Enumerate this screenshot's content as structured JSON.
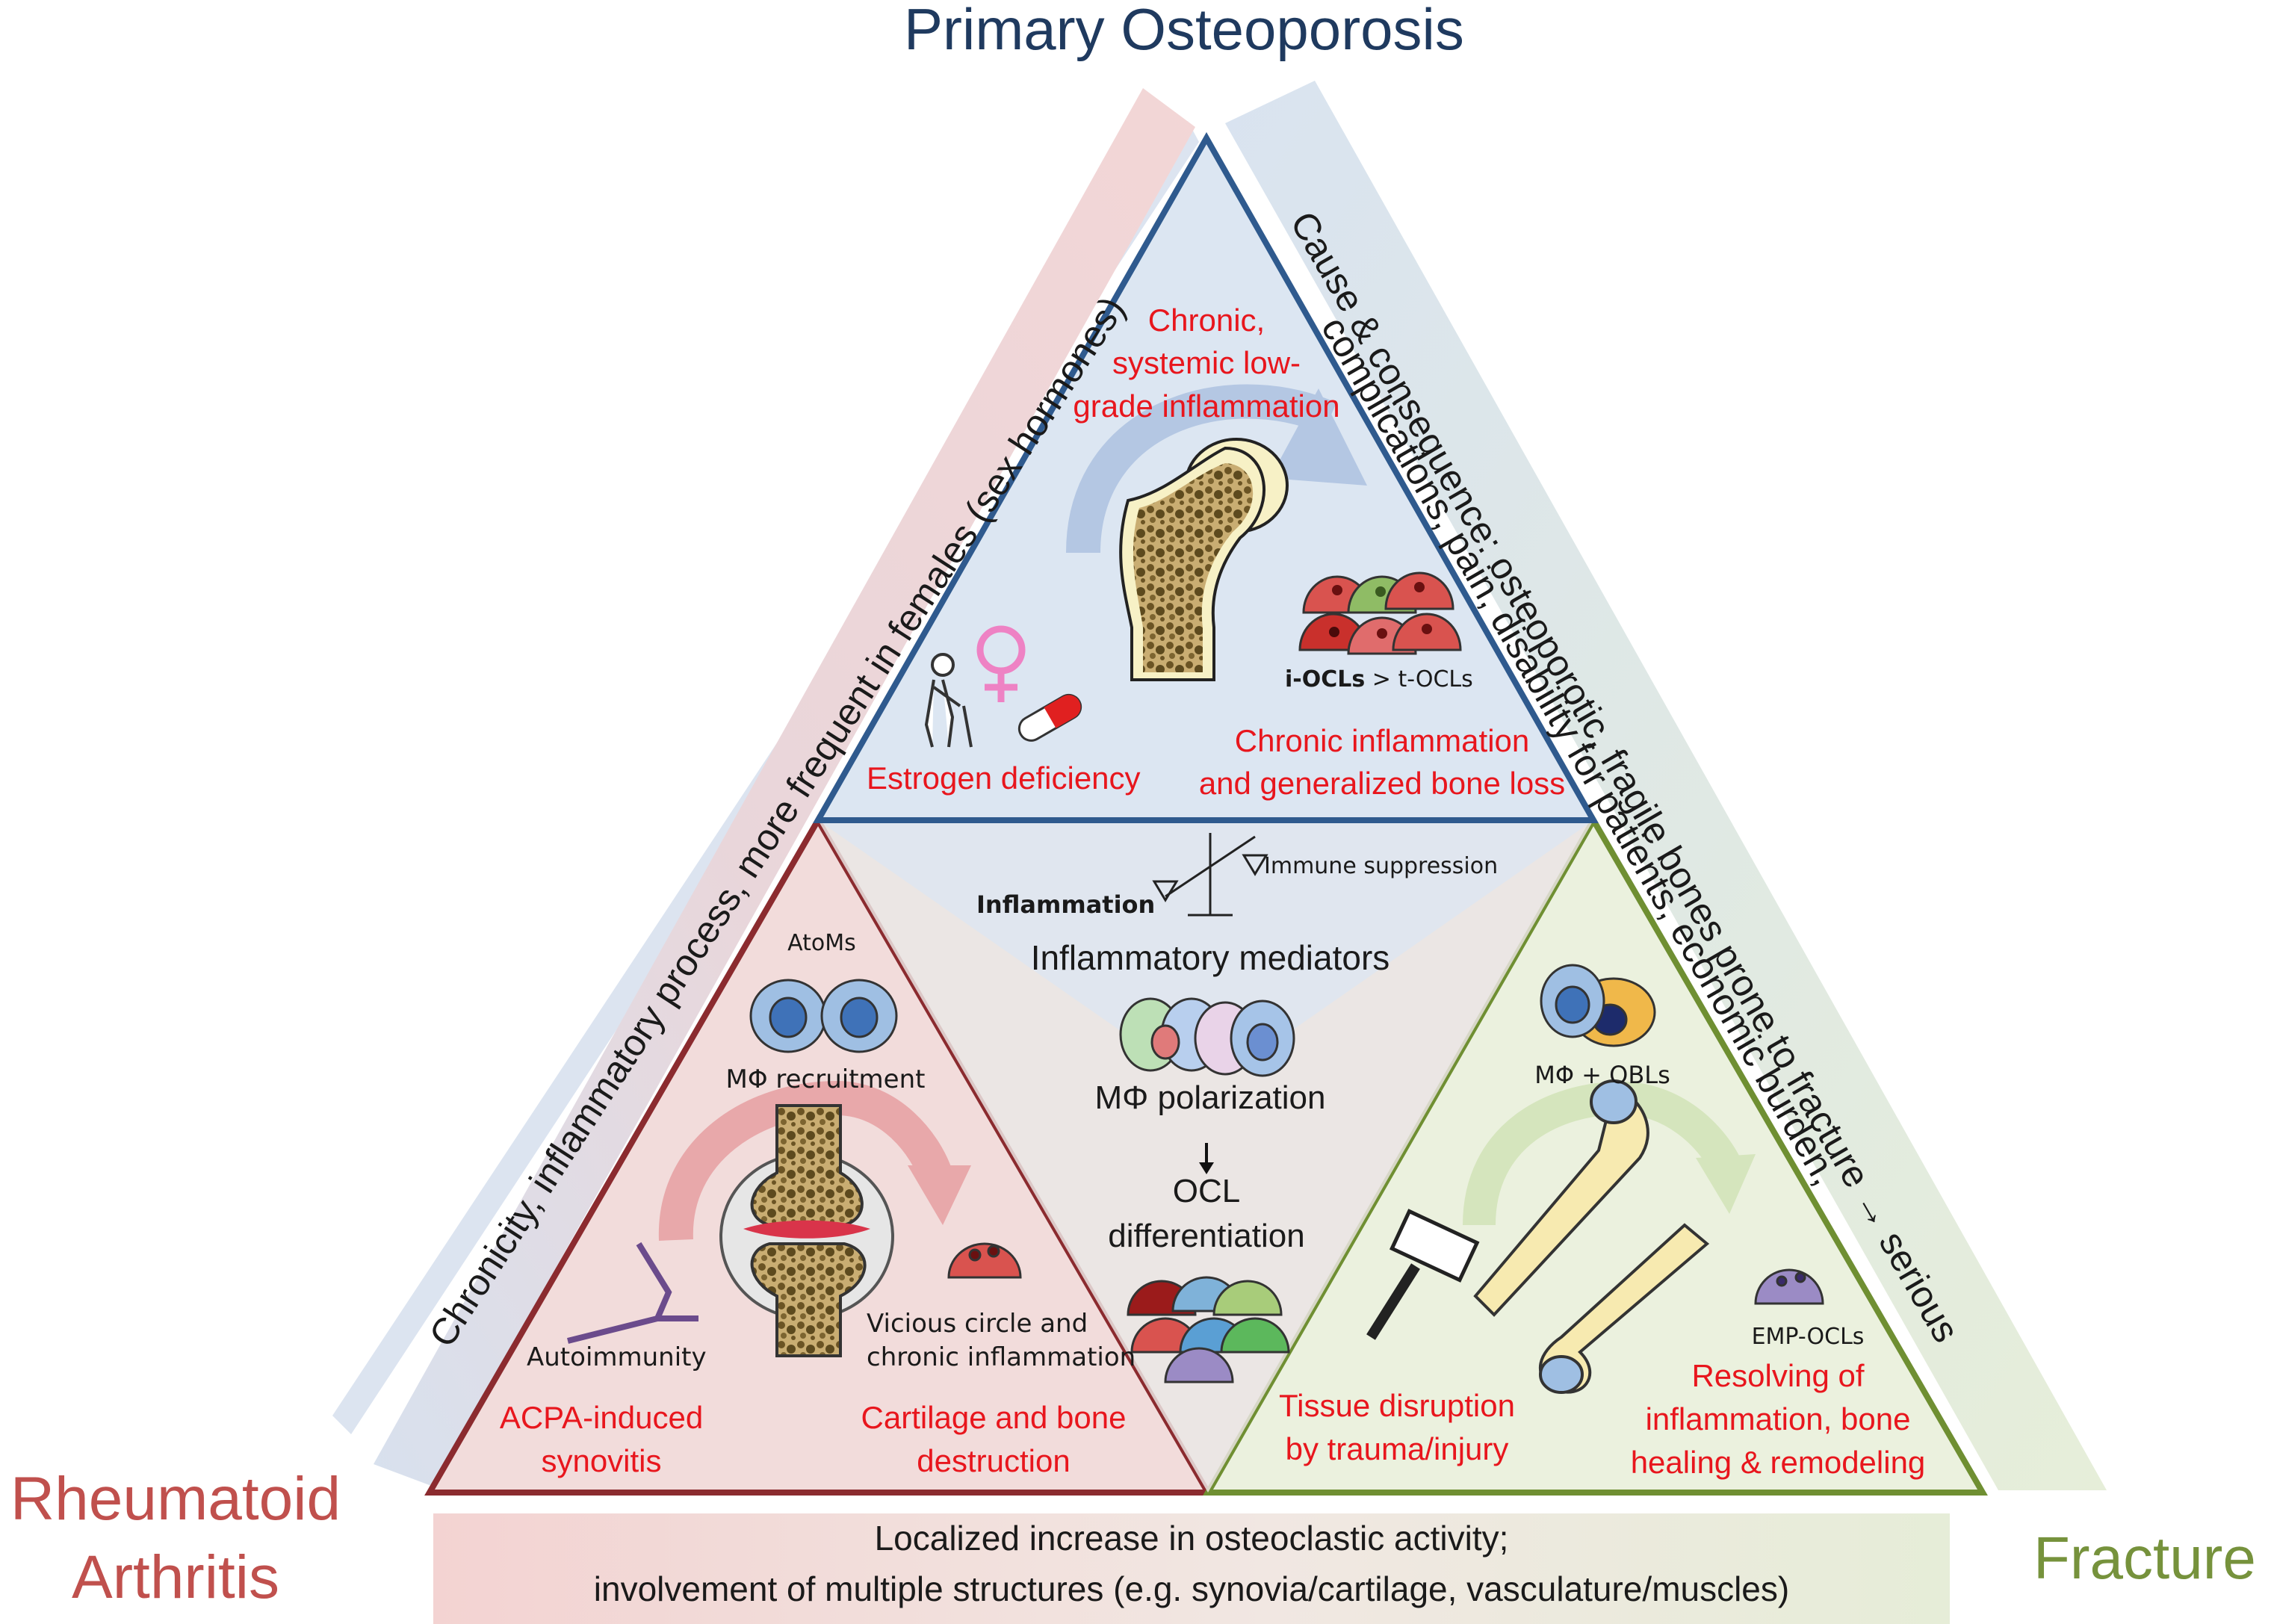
{
  "titles": {
    "top": "Primary Osteoporosis",
    "left": [
      "Rheumatoid",
      "Arthritis"
    ],
    "right": "Fracture"
  },
  "bands": {
    "left": "Chronicity, inflammatory process, more frequent in females (sex hormones)",
    "right": [
      "Cause & consequence: osteoporotic, fragile bones prone to fracture",
      "→",
      "serious",
      "complications, pain, disability for patients, economic burden,"
    ],
    "bottom": [
      "Localized increase in osteoclastic activity;",
      "involvement of multiple structures (e.g. synovia/cartilage, vasculature/muscles)"
    ]
  },
  "top_triangle": {
    "inflammation": [
      "Chronic,",
      "systemic low-",
      "grade inflammation"
    ],
    "ocl_bold": "i-OCLs",
    "ocl_rest": " > t-OCLs",
    "estrogen": "Estrogen deficiency",
    "bone_loss": [
      "Chronic inflammation",
      "and generalized bone loss"
    ]
  },
  "center": {
    "inflammation": "Inflammation",
    "immune": "Immune suppression",
    "mediators": "Inflammatory mediators",
    "polarization": "MΦ polarization",
    "ocl": [
      "OCL",
      "differentiation"
    ]
  },
  "left_triangle": {
    "atoms": "AtoMs",
    "recruitment": "MΦ recruitment",
    "autoimmunity": "Autoimmunity",
    "vicious": [
      "Vicious circle and",
      "chronic inflammation"
    ],
    "acpa": [
      "ACPA-induced",
      "synovitis"
    ],
    "cartilage": [
      "Cartilage and bone",
      "destruction"
    ]
  },
  "right_triangle": {
    "mobl": "MΦ + OBLs",
    "emp": "EMP-OCLs",
    "tissue": [
      "Tissue disruption",
      "by trauma/injury"
    ],
    "resolving": [
      "Resolving of",
      "inflammation, bone",
      "healing & remodeling"
    ]
  },
  "colors": {
    "blue_text": "#1f3a5f",
    "red_title": "#c0504d",
    "green_title": "#76923c",
    "blue_line": "#2f5a8e",
    "red_line": "#8b2b2f",
    "green_line": "#6f8f32",
    "blue_fill": "#dce6f2",
    "red_fill": "#f2dcdb",
    "green_fill": "#ebf1de",
    "accent_red": "#e8161d"
  },
  "icons": [
    "scale-icon",
    "elderly-person-icon",
    "female-symbol-icon",
    "pill-icon",
    "femur-icon",
    "osteoclast-icon",
    "macrophage-icon",
    "antibody-icon",
    "joint-icon",
    "hammer-icon",
    "bone-icon",
    "osteoblast-icon"
  ]
}
